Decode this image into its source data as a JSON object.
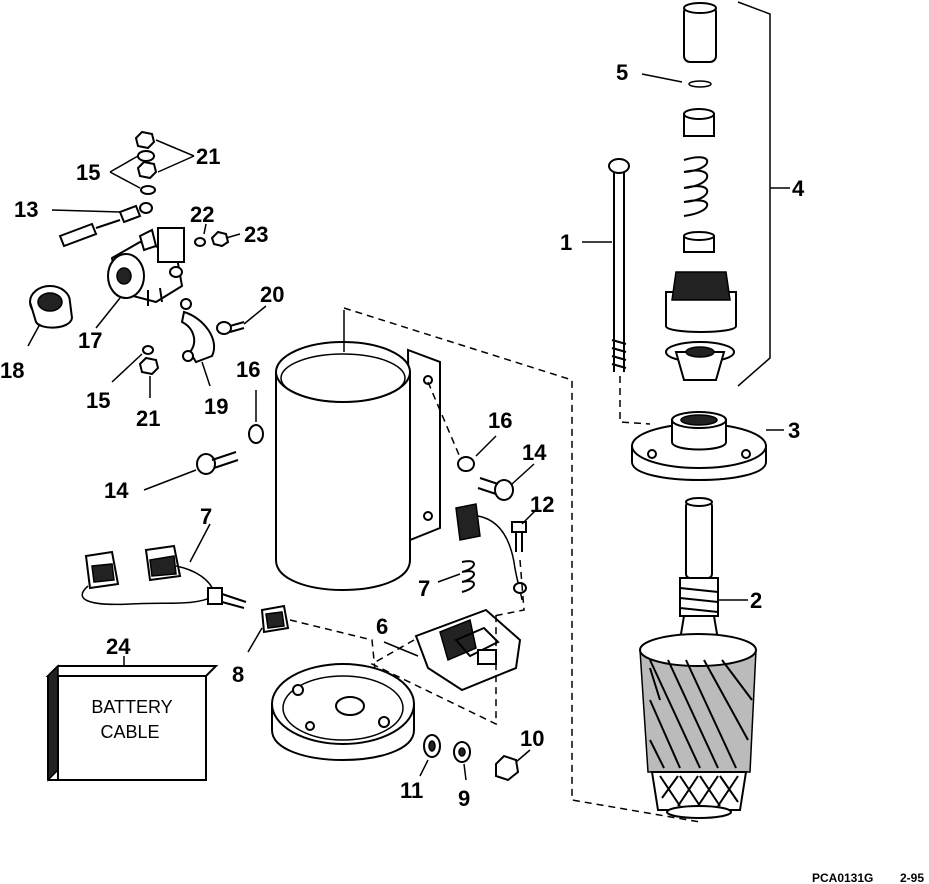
{
  "labels": {
    "l1": "1",
    "l2": "2",
    "l3": "3",
    "l4": "4",
    "l5": "5",
    "l6": "6",
    "l7a": "7",
    "l7b": "7",
    "l8": "8",
    "l9": "9",
    "l10": "10",
    "l11": "11",
    "l12": "12",
    "l13": "13",
    "l14a": "14",
    "l14b": "14",
    "l15a": "15",
    "l15b": "15",
    "l16a": "16",
    "l16b": "16",
    "l17": "17",
    "l18": "18",
    "l19": "19",
    "l20": "20",
    "l21a": "21",
    "l21b": "21",
    "l22": "22",
    "l23": "23",
    "l24": "24"
  },
  "battery_box": {
    "line1": "BATTERY",
    "line2": "CABLE"
  },
  "figure_code": {
    "id": "PCA0131G",
    "rev": "2-95"
  }
}
